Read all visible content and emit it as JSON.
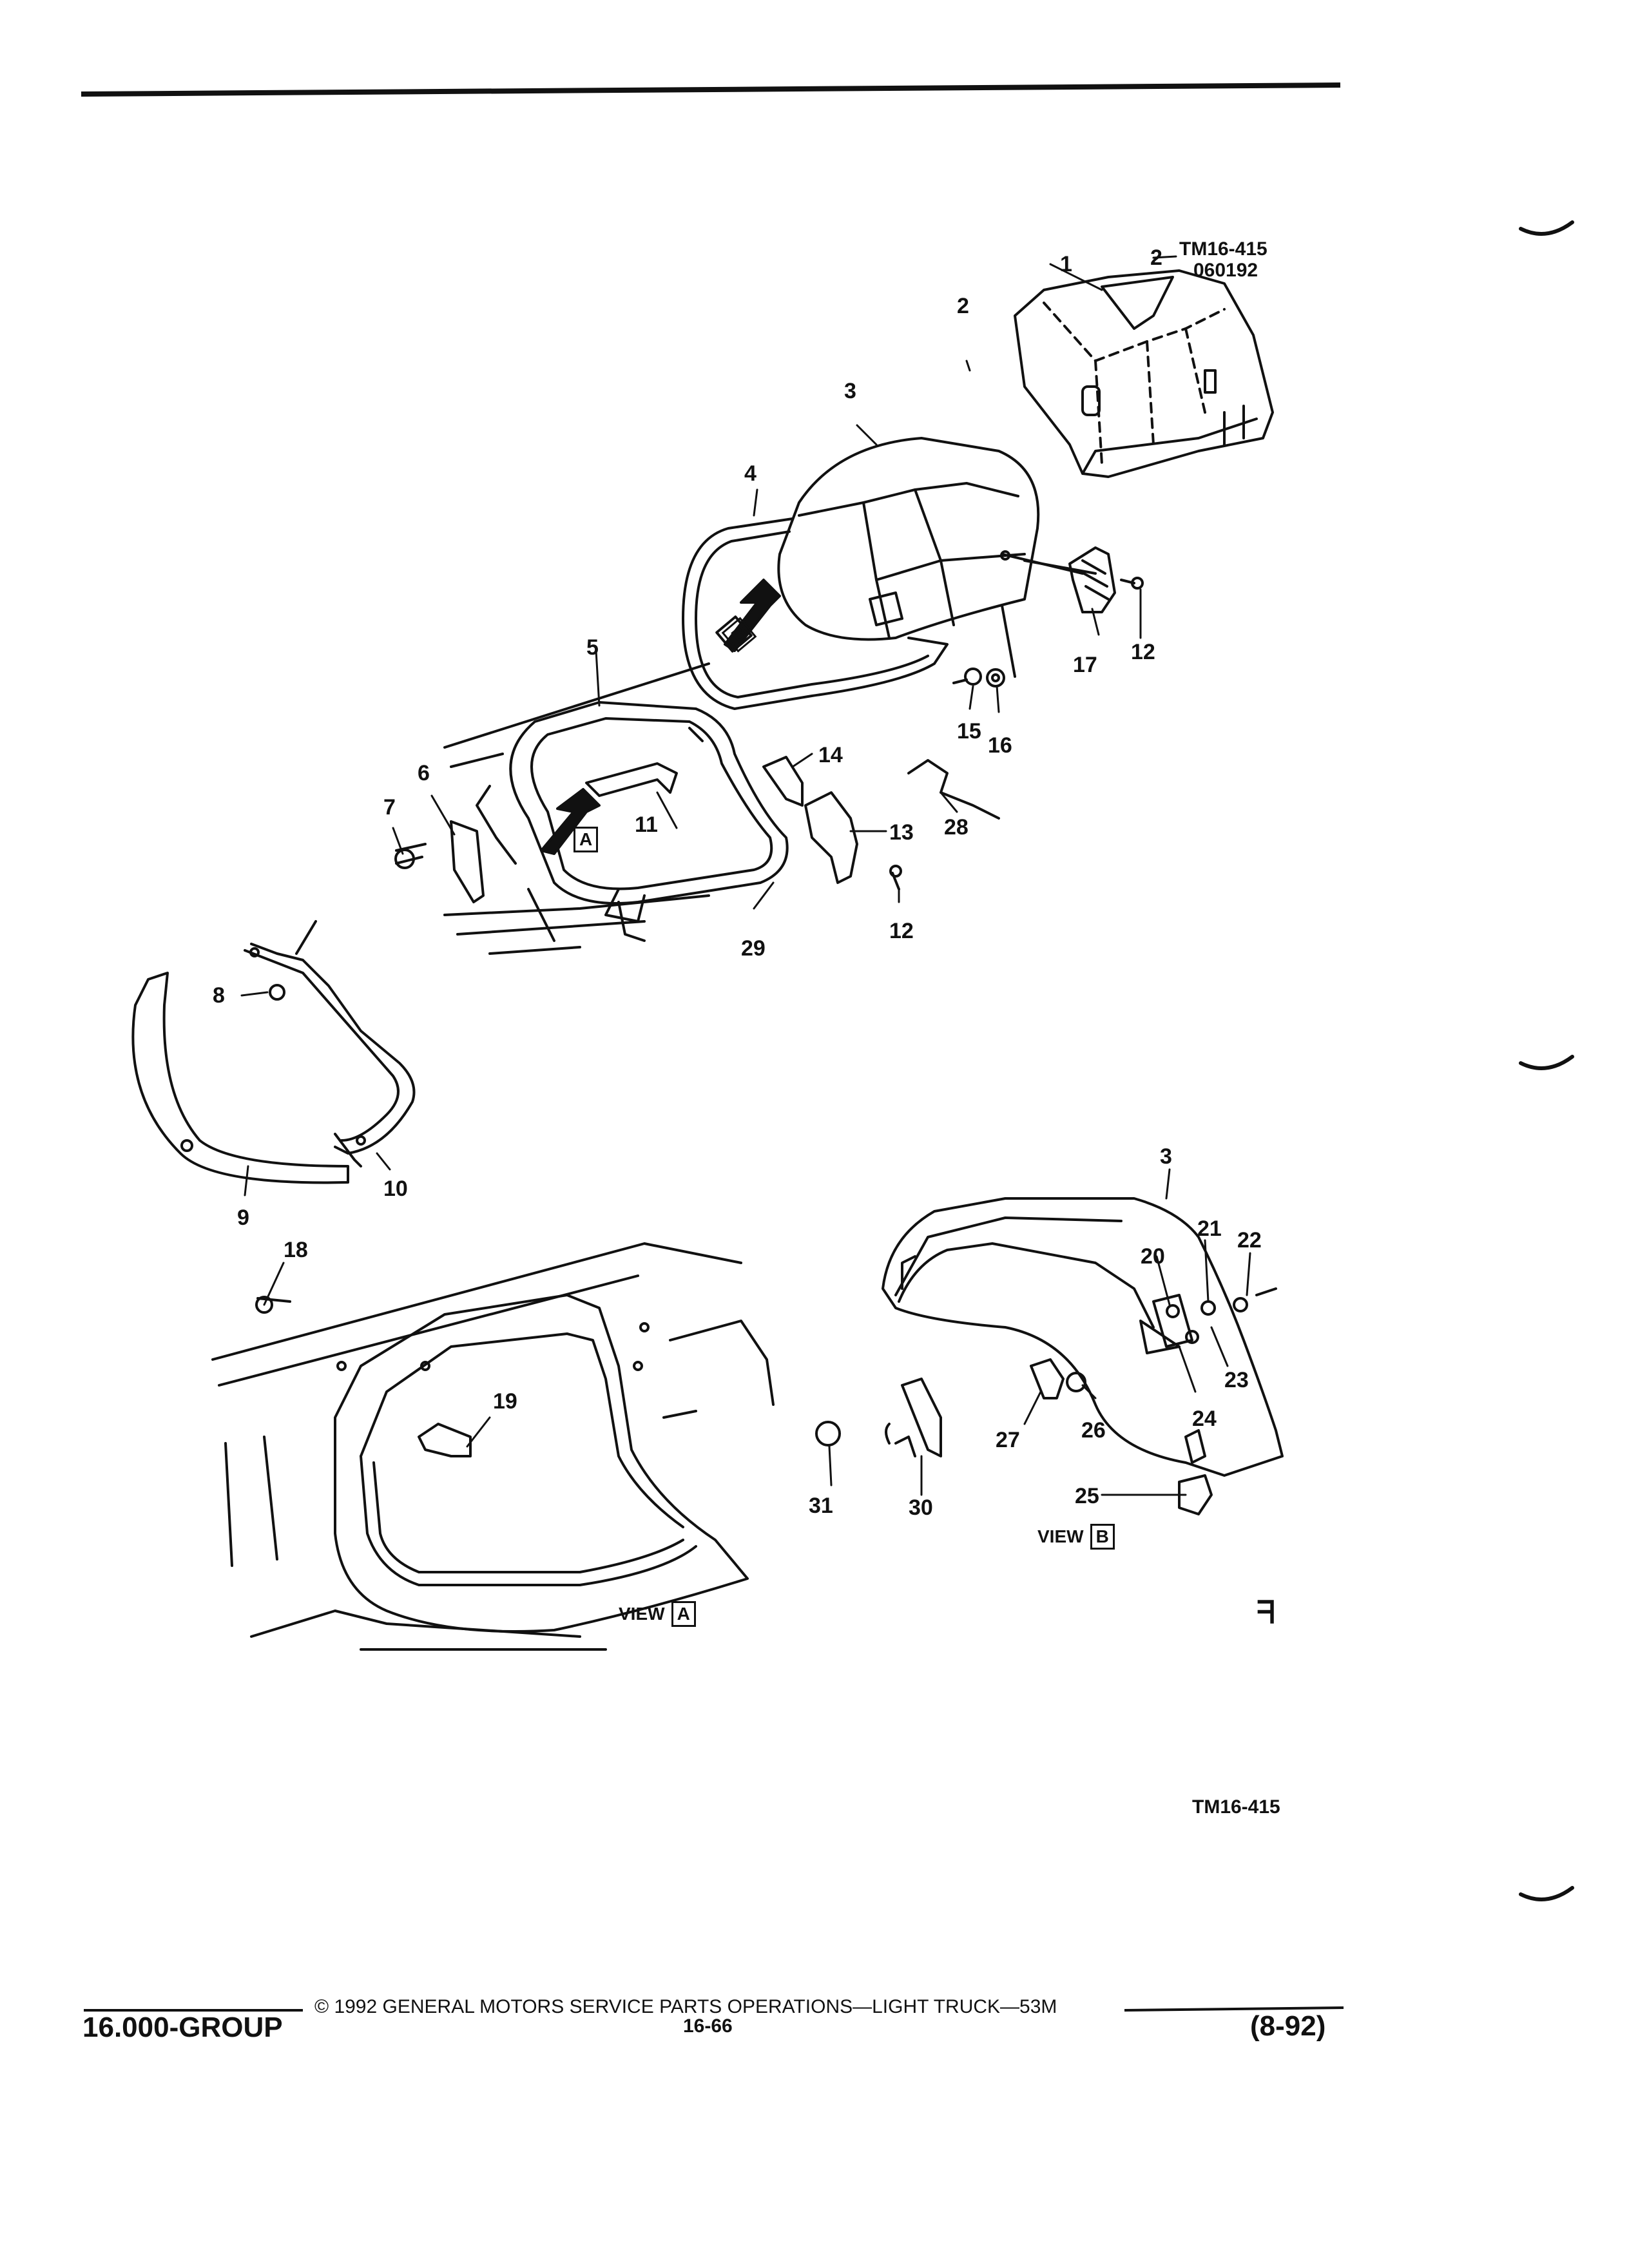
{
  "header": {
    "drawing_code": "TM16-415",
    "drawing_date": "060192"
  },
  "callouts": {
    "c1": "1",
    "c2a": "2",
    "c2b": "2",
    "c3a": "3",
    "c3b": "3",
    "c4": "4",
    "c5": "5",
    "c6": "6",
    "c7": "7",
    "c8": "8",
    "c9": "9",
    "c10": "10",
    "c11": "11",
    "c12a": "12",
    "c12b": "12",
    "c13": "13",
    "c14": "14",
    "c15": "15",
    "c16": "16",
    "c17": "17",
    "c18": "18",
    "c19": "19",
    "c20": "20",
    "c21": "21",
    "c22": "22",
    "c23": "23",
    "c24": "24",
    "c25": "25",
    "c26": "26",
    "c27": "27",
    "c28": "28",
    "c29": "29",
    "c30": "30",
    "c31": "31"
  },
  "view_markers": {
    "a": "A",
    "b": "B"
  },
  "views": {
    "a": {
      "label": "VIEW",
      "letter": "A"
    },
    "b": {
      "label": "VIEW",
      "letter": "B"
    }
  },
  "symbol": "ᖷ",
  "figure_code": "TM16-415",
  "footer": {
    "copyright": "© 1992 GENERAL MOTORS SERVICE PARTS OPERATIONS—LIGHT TRUCK—53M",
    "group": "16.000-GROUP",
    "page": "16-66",
    "date": "(8-92)"
  }
}
